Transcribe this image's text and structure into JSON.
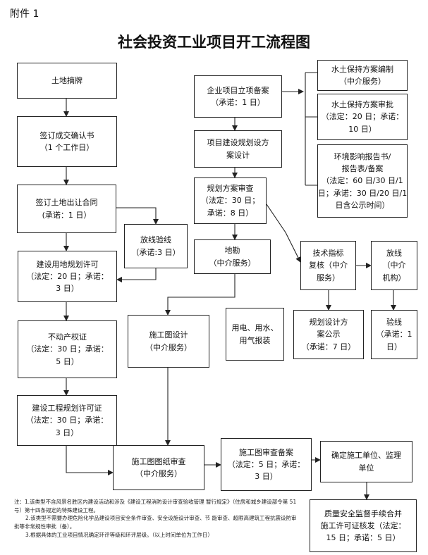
{
  "annex_label": "附件 1",
  "title": "社会投资工业项目开工流程图",
  "nodes": {
    "land_bid": {
      "l1": "土地摘牌"
    },
    "deal_confirm": {
      "l1": "签订成交确认书",
      "l2": "（1 个工作日）"
    },
    "land_contract": {
      "l1": "签订土地出让合同",
      "l2": "(承诺：1 日）"
    },
    "layout_check": {
      "l1": "放线验线",
      "l2": "（承诺:3 日）"
    },
    "land_use_permit": {
      "l1": "建设用地规划许可",
      "l2": "（法定：20 日；承诺：",
      "l3": "3 日）"
    },
    "property_cert": {
      "l1": "不动产权证",
      "l2": "（法定：30 日；承诺：",
      "l3": "5 日）"
    },
    "eng_plan_permit": {
      "l1": "建设工程规划许可证",
      "l2": "（法定：30 日；承诺：",
      "l3": "3 日）"
    },
    "project_filing": {
      "l1": "企业项目立项备案",
      "l2": "（承诺：1 日）"
    },
    "plan_design": {
      "l1": "项目建设规划设方",
      "l2": "案设计"
    },
    "plan_review": {
      "l1": "规划方案审查",
      "l2": "（法定：30 日；",
      "l3": "承诺：8 日）"
    },
    "survey": {
      "l1": "地勘",
      "l2": "（中介服务）"
    },
    "soil_plan": {
      "l1": "水土保持方案编制",
      "l2": "（中介服务）"
    },
    "soil_approval": {
      "l1": "水土保持方案审批",
      "l2": "（法定：20 日；承诺：",
      "l3": "10 日）"
    },
    "eia": {
      "l1": "环境影响报告书/",
      "l2": "报告表/备案",
      "l3": "（法定：60 日/30 日/1",
      "l4": "日；承诺：30 日/20 日/1",
      "l5": "日含公示时间）"
    },
    "tech_review": {
      "l1": "技术指标",
      "l2": "复核（中介",
      "l3": "服务）"
    },
    "setout": {
      "l1": "放线",
      "l2": "（中介",
      "l3": "机构）"
    },
    "construction_design": {
      "l1": "施工图设计",
      "l2": "（中介服务）"
    },
    "utilities": {
      "l1": "用电、用水、",
      "l2": "用气报装"
    },
    "plan_publicity": {
      "l1": "规划设计方",
      "l2": "案公示",
      "l3": "（承诺：7 日）"
    },
    "line_check": {
      "l1": "验线",
      "l2": "（承诺：1",
      "l3": "日）"
    },
    "drawing_review": {
      "l1": "施工图图纸审查",
      "l2": "（中介服务）"
    },
    "drawing_filing": {
      "l1": "施工图审查备案",
      "l2": "（法定：5 日；承诺：",
      "l3": "3 日）"
    },
    "contractor": {
      "l1": "确定施工单位、监理",
      "l2": "单位"
    },
    "safety_permit": {
      "l1": "质量安全监督手续合并",
      "l2": "施工许可证核发（法定：",
      "l3": "15 日；承诺：5 日）"
    }
  },
  "notes": [
    "注：1.该类型不含风景名胜区内建设活动和涉及《建设工程消防设计审查验收管理 暂行规定》（住房和城乡建设部令第 51 号）第十四条规定的特殊建设工程。",
    "2.该类型不需要办理危险化学品建设项目安全条件审查、安全设施设计审查、节 能审查、超限高建筑工程抗震设防审批等非常规性审批（备）。",
    "3.根据具体的工业项目情况确定环评等级和环评层级。（以上时间单位为工作日）"
  ]
}
